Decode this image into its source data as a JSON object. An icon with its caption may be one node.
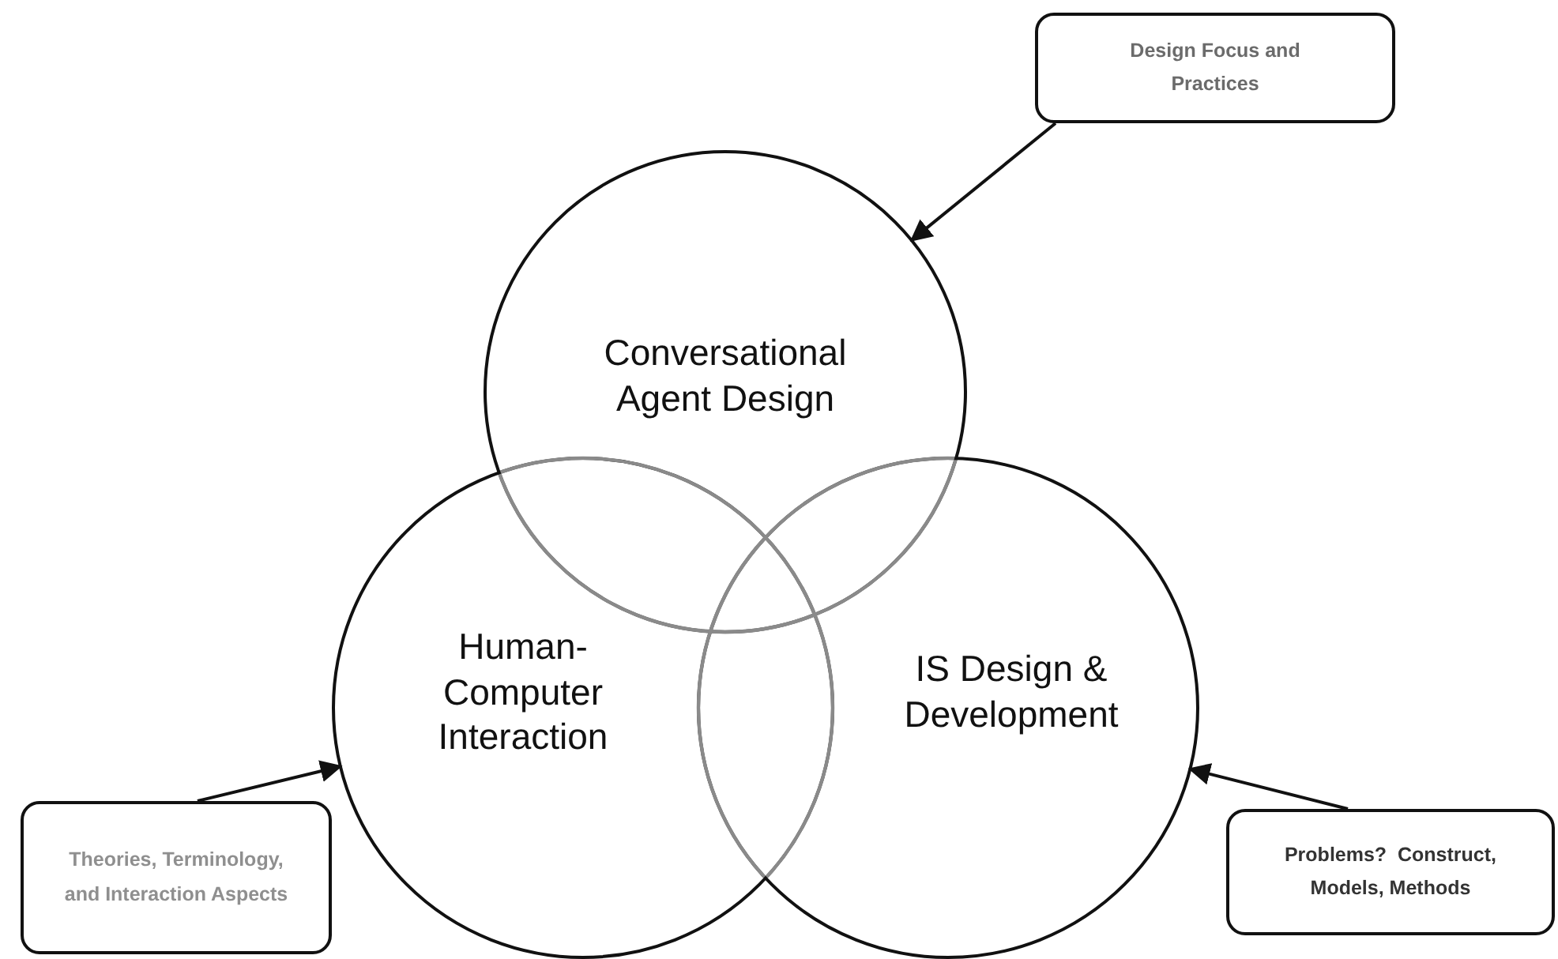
{
  "diagram": {
    "nodes": [
      {
        "text": [
          "Conversational Agent Design"
        ]
      },
      {
        "text": [
          "Human-Computer Interaction"
        ]
      },
      {
        "text": [
          "IS Design & Development"
        ]
      },
      {
        "text": [
          "Design Focus and Practices"
        ]
      },
      {
        "text": [
          "Theories, Terminology, and Interaction Aspects"
        ]
      },
      {
        "text": [
          "Problems?  Construct, Models, Methods"
        ]
      }
    ],
    "edges": [
      {
        "from": 3,
        "to": 0,
        "arrow": "to"
      },
      {
        "from": 4,
        "to": 1,
        "arrow": "to"
      },
      {
        "from": 5,
        "to": 2,
        "arrow": "to"
      }
    ]
  }
}
